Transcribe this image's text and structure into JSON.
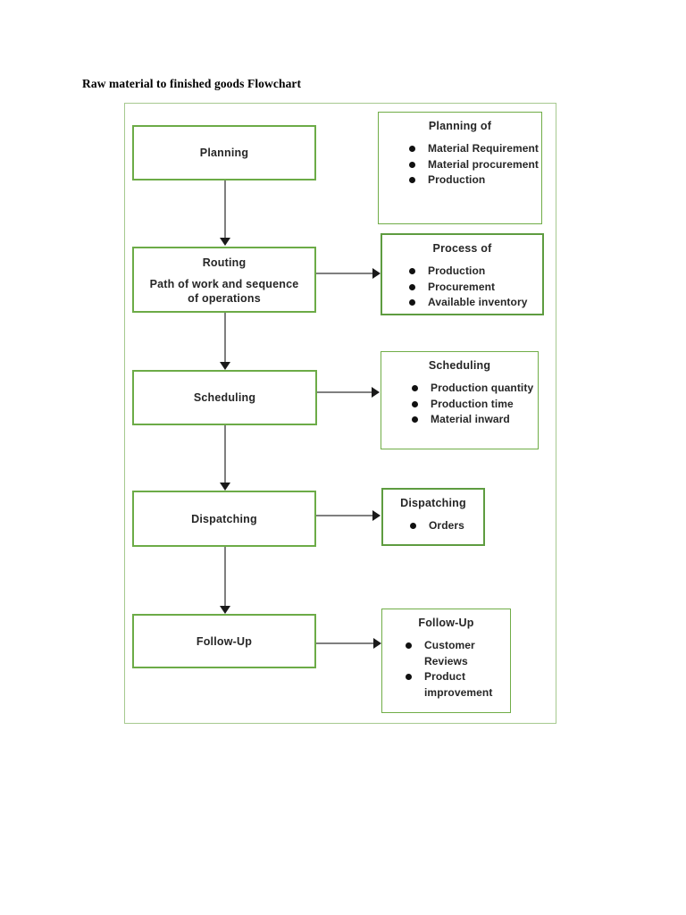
{
  "page": {
    "title": "Raw material to finished goods Flowchart"
  },
  "flowchart": {
    "stages": [
      {
        "label": "Planning"
      },
      {
        "label": "Routing",
        "sublabel": "Path of work and sequence of operations"
      },
      {
        "label": "Scheduling"
      },
      {
        "label": "Dispatching"
      },
      {
        "label": "Follow-Up"
      }
    ],
    "details": [
      {
        "heading": "Planning of",
        "items": [
          "Material Requirement",
          "Material procurement",
          "Production"
        ]
      },
      {
        "heading": "Process of",
        "items": [
          "Production",
          "Procurement",
          "Available inventory"
        ]
      },
      {
        "heading": "Scheduling",
        "items": [
          "Production quantity",
          "Production time",
          "Material inward"
        ]
      },
      {
        "heading": "Dispatching",
        "items": [
          "Orders"
        ]
      },
      {
        "heading": "Follow-Up",
        "items": [
          "Customer Reviews",
          "Product improvement"
        ]
      }
    ],
    "colors": {
      "outer_frame_border": "#A6C98F",
      "stage_box_border": "#6CAB47",
      "detail_box_border_thin": "#70AD47",
      "detail_box_border_thick": "#5E9C40",
      "connector_line": "#7F7F7F",
      "arrowhead": "#1A1A1A",
      "text": "#262626"
    }
  }
}
